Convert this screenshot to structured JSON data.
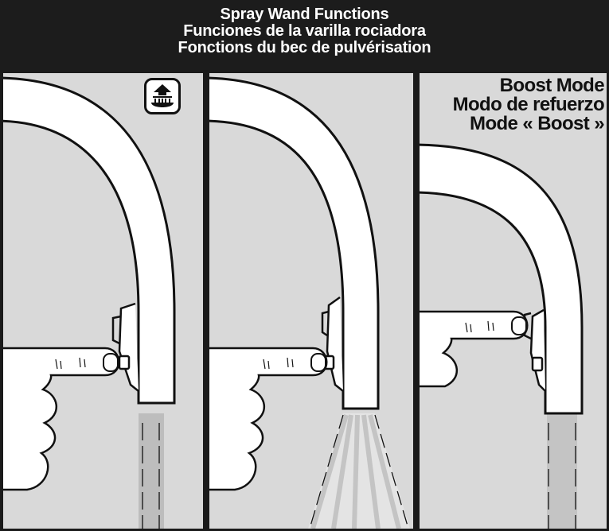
{
  "header": {
    "title_en": "Spray Wand Functions",
    "title_es": "Funciones de la varilla rociadora",
    "title_fr": "Fonctions du bec de pulvérisation"
  },
  "panels": [
    {
      "id": "stream",
      "icon": "spray-mode-icon"
    },
    {
      "id": "spray"
    },
    {
      "id": "boost",
      "label_en": "Boost Mode",
      "label_es": "Modo de refuerzo",
      "label_fr": "Mode « Boost »"
    }
  ],
  "colors": {
    "frame": "#1c1c1c",
    "panel_bg": "#d9d9d9",
    "faucet": "#ffffff",
    "outline": "#111111",
    "water": "#b9b9b9"
  }
}
